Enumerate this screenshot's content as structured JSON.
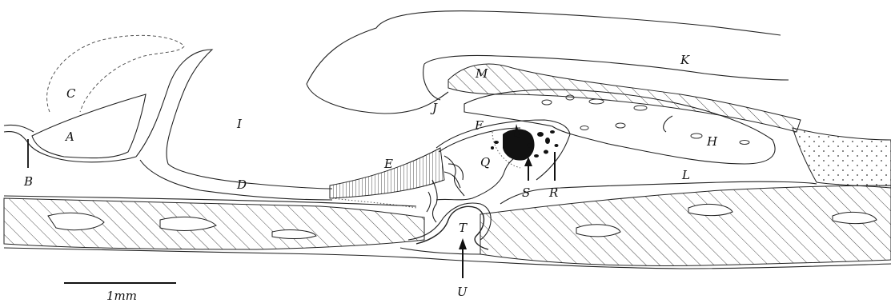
{
  "labels": {
    "A": "A",
    "B": "B",
    "C": "C",
    "D": "D",
    "E": "E",
    "F": "F",
    "H": "H",
    "I": "I",
    "J": "J",
    "K": "K",
    "L": "L",
    "M": "M",
    "Q": "Q",
    "R": "R",
    "S": "S",
    "T": "T",
    "U": "U"
  },
  "scale_bar": {
    "label": "1mm"
  }
}
